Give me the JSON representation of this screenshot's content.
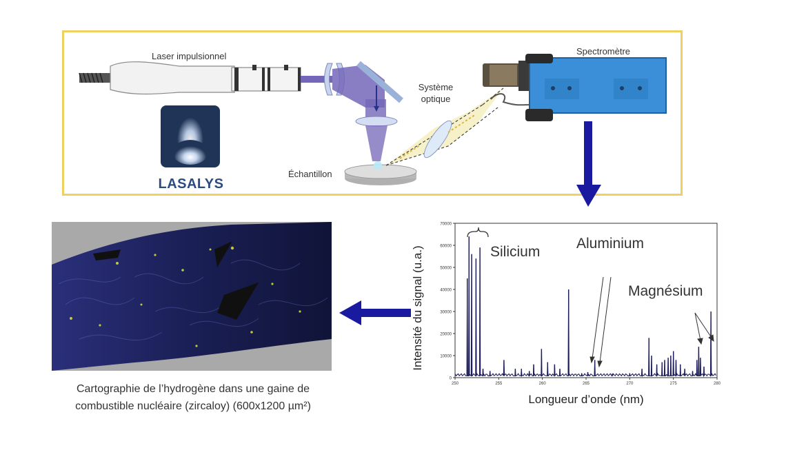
{
  "setup": {
    "laser_label": "Laser impulsionnel",
    "optics_label": "Système optique",
    "sample_label": "Échantillon",
    "spectrometer_label": "Spectromètre",
    "logo_text": "LASALYS"
  },
  "map": {
    "caption_line1": "Cartographie de l’hydrogène dans une gaine de",
    "caption_line2": "combustible nucléaire (zircaloy) (600x1200 µm²)"
  },
  "colors": {
    "frame_border": "#f0d060",
    "arrow": "#1a1aa0",
    "spectrum_line": "#1c1c5a",
    "logo_bg": "#1f3457",
    "logo_text": "#2c4b80"
  },
  "chart_data": {
    "type": "line",
    "xlabel": "Longueur d’onde (nm)",
    "ylabel": "Intensité du signal (u.a.)",
    "xlim": [
      250,
      280
    ],
    "ylim": [
      0,
      70000
    ],
    "x_ticks": [
      "250",
      "255",
      "260",
      "265",
      "270",
      "275",
      "280"
    ],
    "y_ticks": [
      "0",
      "10000",
      "20000",
      "30000",
      "40000",
      "50000",
      "60000",
      "70000"
    ],
    "annotations": [
      "Silicium",
      "Aluminium",
      "Magnésium"
    ],
    "peaks": [
      {
        "x": 251.4,
        "y": 45000
      },
      {
        "x": 251.6,
        "y": 64000
      },
      {
        "x": 251.9,
        "y": 56000
      },
      {
        "x": 252.4,
        "y": 54000
      },
      {
        "x": 252.85,
        "y": 59000
      },
      {
        "x": 253.2,
        "y": 4000
      },
      {
        "x": 254.0,
        "y": 3000
      },
      {
        "x": 255.6,
        "y": 8000
      },
      {
        "x": 256.9,
        "y": 4000
      },
      {
        "x": 257.6,
        "y": 4000
      },
      {
        "x": 258.5,
        "y": 3000
      },
      {
        "x": 259.0,
        "y": 6000
      },
      {
        "x": 259.9,
        "y": 13000
      },
      {
        "x": 260.6,
        "y": 7000
      },
      {
        "x": 261.4,
        "y": 6000
      },
      {
        "x": 262.0,
        "y": 4000
      },
      {
        "x": 263.0,
        "y": 40000
      },
      {
        "x": 264.5,
        "y": 2000
      },
      {
        "x": 265.2,
        "y": 2500
      },
      {
        "x": 266.0,
        "y": 8000
      },
      {
        "x": 268.0,
        "y": 1500
      },
      {
        "x": 270.0,
        "y": 2000
      },
      {
        "x": 271.4,
        "y": 4000
      },
      {
        "x": 272.2,
        "y": 18000
      },
      {
        "x": 272.5,
        "y": 10000
      },
      {
        "x": 273.1,
        "y": 6000
      },
      {
        "x": 273.7,
        "y": 7000
      },
      {
        "x": 274.0,
        "y": 8000
      },
      {
        "x": 274.4,
        "y": 9000
      },
      {
        "x": 274.7,
        "y": 10000
      },
      {
        "x": 275.0,
        "y": 12000
      },
      {
        "x": 275.3,
        "y": 8000
      },
      {
        "x": 275.8,
        "y": 6000
      },
      {
        "x": 276.3,
        "y": 4000
      },
      {
        "x": 277.2,
        "y": 3000
      },
      {
        "x": 277.7,
        "y": 8000
      },
      {
        "x": 277.9,
        "y": 14000
      },
      {
        "x": 278.1,
        "y": 9000
      },
      {
        "x": 278.5,
        "y": 5000
      },
      {
        "x": 279.3,
        "y": 30000
      }
    ]
  }
}
